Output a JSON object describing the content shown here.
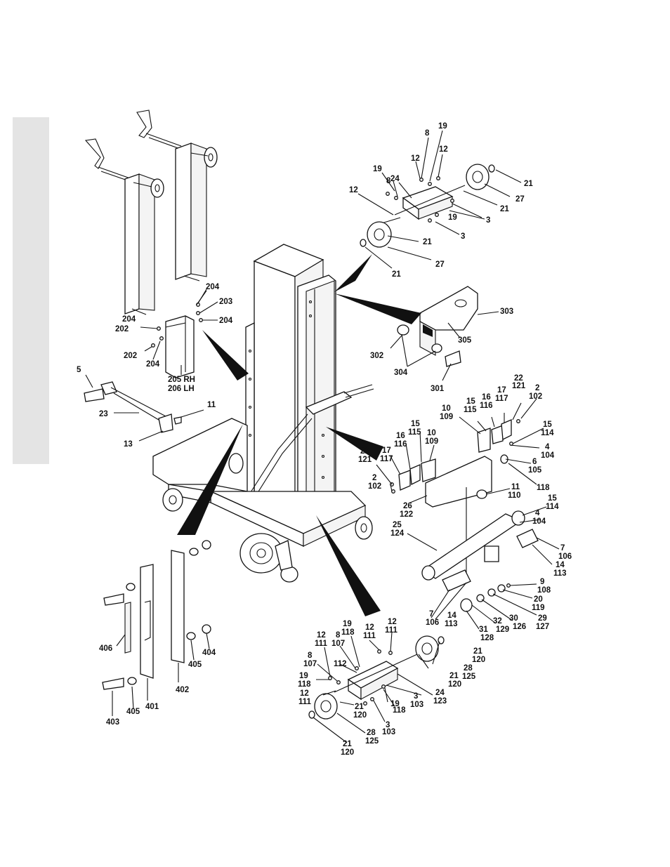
{
  "labels": {
    "l_19_top": "19",
    "l_8_top": "8",
    "l_12_top_a": "12",
    "l_12_top_b": "12",
    "l_21_top_a": "21",
    "l_19_mid": "19",
    "l_8_mid": "8",
    "l_24_top": "24",
    "l_12_mid": "12",
    "l_27_top_a": "27",
    "l_21_top_b": "21",
    "l_3_top_a": "3",
    "l_19_low": "19",
    "l_3_top_b": "3",
    "l_21_top_c": "21",
    "l_27_top_b": "27",
    "l_21_top_d": "21",
    "l_204_a": "204",
    "l_203": "203",
    "l_204_b": "204",
    "l_204_c": "204",
    "l_202_a": "202",
    "l_202_b": "202",
    "l_204_d": "204",
    "l_205": "205 RH",
    "l_206": "206 LH",
    "l_303": "303",
    "l_305": "305",
    "l_302": "302",
    "l_304": "304",
    "l_301": "301",
    "l_5": "5",
    "l_23": "23",
    "l_11_a": "11",
    "l_13": "13",
    "l_22_121_a": "22",
    "l_22_121_b": "121",
    "l_2_102_a": "2",
    "l_2_102_b": "102",
    "l_17_117_a": "17",
    "l_17_117_b": "117",
    "l_16_116_a": "16",
    "l_16_116_b": "116",
    "l_15_115_a": "15",
    "l_15_115_b": "115",
    "l_10_109_a": "10",
    "l_10_109_b": "109",
    "l_15_114_a": "15",
    "l_15_114_b": "114",
    "l_4_104_a": "4",
    "l_4_104_b": "104",
    "l_6_105_a": "6",
    "l_6_105_b": "105",
    "l_118": "118",
    "l_11_110_a": "11",
    "l_11_110_b": "110",
    "l_m15_115_a": "15",
    "l_m15_115_b": "115",
    "l_m16_116_a": "16",
    "l_m16_116_b": "116",
    "l_m10_109_a": "10",
    "l_m10_109_b": "109",
    "l_m22_121_a": "22",
    "l_m22_121_b": "121",
    "l_m17_117_a": "17",
    "l_m17_117_b": "117",
    "l_m2_102_a": "2",
    "l_m2_102_b": "102",
    "l_26_122_a": "26",
    "l_26_122_b": "122",
    "l_25_124_a": "25",
    "l_25_124_b": "124",
    "l_r15_114_a": "15",
    "l_r15_114_b": "114",
    "l_r4_104_a": "4",
    "l_r4_104_b": "104",
    "l_7_106_a": "7",
    "l_7_106_b": "106",
    "l_14_113_a": "14",
    "l_14_113_b": "113",
    "l_9_108_a": "9",
    "l_9_108_b": "108",
    "l_20_119_a": "20",
    "l_20_119_b": "119",
    "l_29_127_a": "29",
    "l_29_127_b": "127",
    "l_30_126_a": "30",
    "l_30_126_b": "126",
    "l_32_129_a": "32",
    "l_32_129_b": "129",
    "l_31_128_a": "31",
    "l_31_128_b": "128",
    "l_b7_106_a": "7",
    "l_b7_106_b": "106",
    "l_b14_113_a": "14",
    "l_b14_113_b": "113",
    "l_406": "406",
    "l_401": "401",
    "l_402": "402",
    "l_403": "403",
    "l_404": "404",
    "l_405_a": "405",
    "l_405_b": "405",
    "l_b19_118_a": "19",
    "l_b19_118_b": "118",
    "l_b12_111_a": "12",
    "l_b12_111_b": "111",
    "l_b12_111c": "12",
    "l_b12_111d": "111",
    "l_b8_107_a": "8",
    "l_b8_107_b": "107",
    "l_b12_111e": "12",
    "l_b12_111f": "111",
    "l_b21_120_a": "21",
    "l_b21_120_b": "120",
    "l_b8_107c": "8",
    "l_b8_107d": "107",
    "l_b112": "112",
    "l_b28_125_a": "28",
    "l_b28_125_b": "125",
    "l_b19_118c": "19",
    "l_b19_118d": "118",
    "l_b21_120c": "21",
    "l_b21_120d": "120",
    "l_b24_123_a": "24",
    "l_b24_123_b": "123",
    "l_b12_111g": "12",
    "l_b12_111h": "111",
    "l_b3_103_a": "3",
    "l_b3_103_b": "103",
    "l_b21_120e": "21",
    "l_b21_120f": "120",
    "l_b19_118e": "19",
    "l_b19_118f": "118",
    "l_b3_103c": "3",
    "l_b3_103d": "103",
    "l_b28_125c": "28",
    "l_b28_125d": "125",
    "l_b21_120g": "21",
    "l_b21_120h": "120"
  }
}
